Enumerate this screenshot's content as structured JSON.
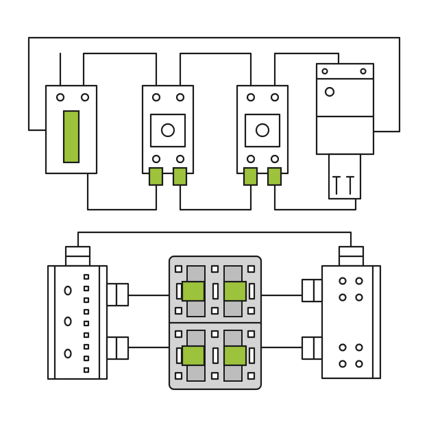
{
  "colors": {
    "ink": "#1b1b1b",
    "green": "#9cc33b",
    "gray": "#d4d4d4",
    "grayDark": "#bdbdbd",
    "background": "#ffffff"
  },
  "components": {
    "top_row": [
      "indicator-module",
      "switch-module",
      "switch-module",
      "power-supply-module"
    ],
    "bottom_row": [
      "terminal-block-left",
      "breaker-panel",
      "terminal-block-right"
    ]
  }
}
